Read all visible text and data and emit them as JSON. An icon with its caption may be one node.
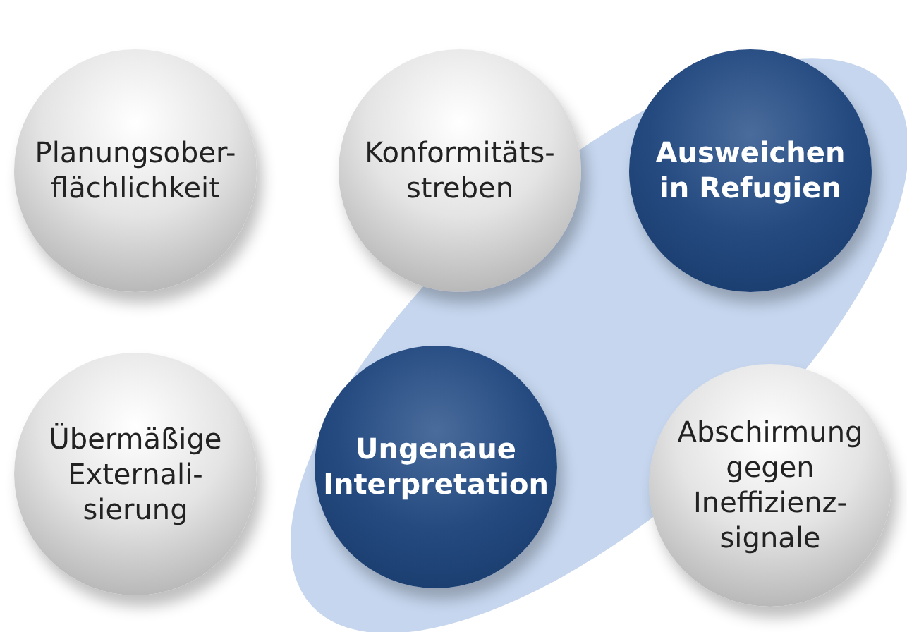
{
  "diagram": {
    "nodes": [
      {
        "text": [
          "Planungsober- flächlichkeit"
        ]
      },
      {
        "text": [
          "Konformitäts- streben"
        ]
      },
      {
        "text": [],
        "shape": "ellipse"
      },
      {
        "text": [
          "Ausweichen in Refugien"
        ],
        "in": 2
      },
      {
        "text": [
          "Übermäßige Externali- sierung"
        ]
      },
      {
        "text": [
          "Ungenaue Interpretation"
        ],
        "in": 2
      },
      {
        "text": [
          "Abschirmung gegen Ineffizienz- signale"
        ]
      }
    ]
  }
}
